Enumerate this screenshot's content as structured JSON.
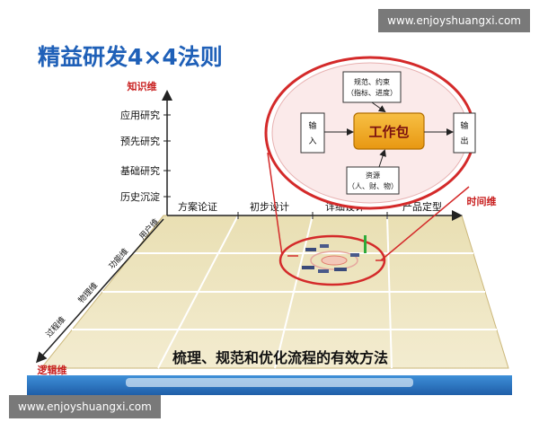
{
  "watermark_top": "www.enjoyshuangxi.com",
  "watermark_bottom": "www.enjoyshuangxi.com",
  "title": "精益研发4×4法则",
  "knowledge_axis": {
    "label": "知识维",
    "items": [
      "应用研究",
      "预先研究",
      "基础研究",
      "历史沉淀"
    ]
  },
  "time_axis": {
    "label": "时间维",
    "items": [
      "方案论证",
      "初步设计",
      "详细设计",
      "产品定型"
    ]
  },
  "logic_axis": {
    "label": "逻辑维",
    "items": [
      "用户维",
      "功能维",
      "物理维",
      "过程维"
    ]
  },
  "work_package": {
    "center": "工作包",
    "top_line1": "规范、约束",
    "top_line2": "（指标、进度）",
    "left": "输入",
    "right": "输出",
    "bottom_line1": "资源",
    "bottom_line2": "（人、财、物）"
  },
  "caption": "梳理、规范和优化流程的有效方法",
  "colors": {
    "title": "#1f60b8",
    "axis_label": "#c81e1e",
    "ellipse": "#d42a2a",
    "work_package": "#f2a520",
    "grid": "#d8c98e"
  }
}
